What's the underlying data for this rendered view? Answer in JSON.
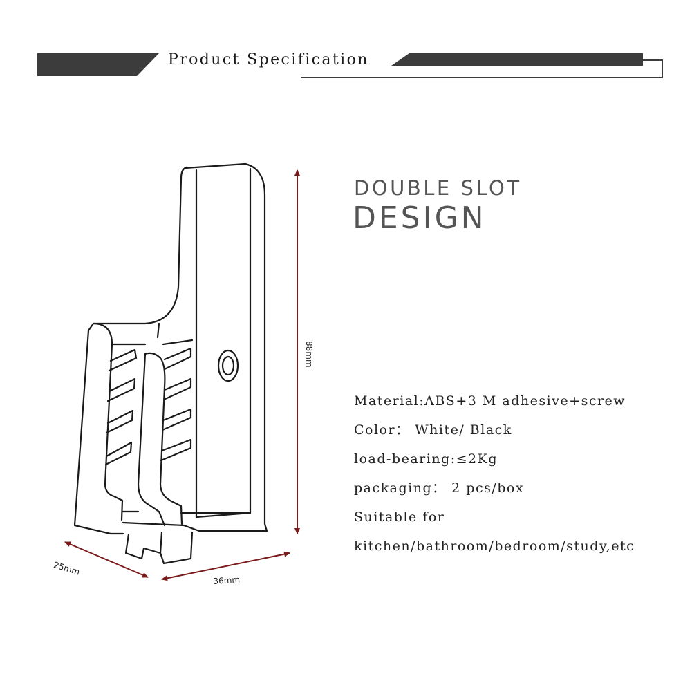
{
  "header": {
    "title": "Product Specification"
  },
  "headline": {
    "line1": "DOUBLE SLOT",
    "line2": "DESIGN"
  },
  "dimensions": {
    "height": "88mm",
    "depth": "25mm",
    "width": "36mm"
  },
  "specs": [
    "Material:ABS+3 M adhesive+screw",
    "Color： White/ Black",
    "load-bearing:≤2Kg",
    "packaging： 2 pcs/box",
    "Suitable for",
    "kitchen/bathroom/bedroom/study,etc"
  ],
  "colors": {
    "dimension_arrow": "#7a1a1a",
    "banner": "#3c3c3c",
    "headline_text": "#555555"
  }
}
